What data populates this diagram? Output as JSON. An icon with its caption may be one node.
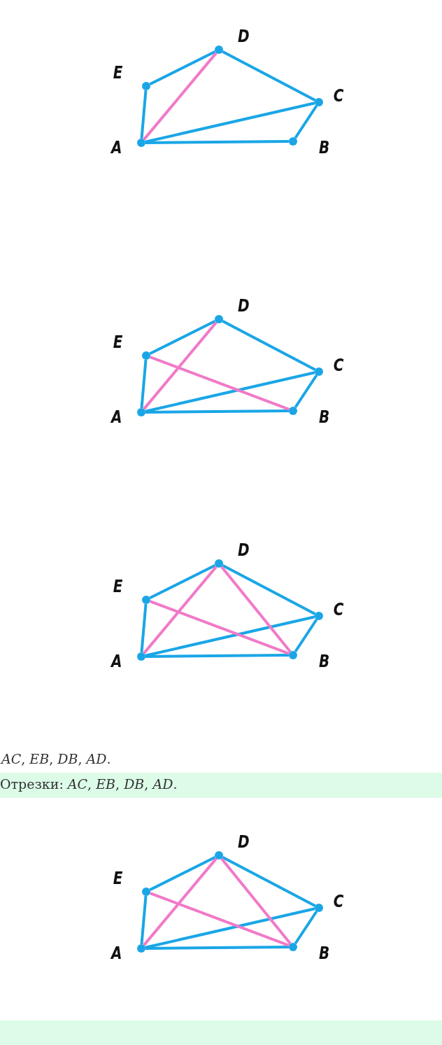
{
  "diagram": {
    "nodes": [
      {
        "text": [
          "D"
        ]
      },
      {
        "text": [
          "E"
        ]
      },
      {
        "text": [
          "C"
        ]
      },
      {
        "text": [
          "A"
        ]
      },
      {
        "text": [
          "B"
        ]
      },
      {
        "text": [
          "D"
        ]
      },
      {
        "text": [
          "E"
        ]
      },
      {
        "text": [
          "C"
        ]
      },
      {
        "text": [
          "A"
        ]
      },
      {
        "text": [
          "B"
        ]
      },
      {
        "text": [
          "D"
        ]
      },
      {
        "text": [
          "E"
        ]
      },
      {
        "text": [
          "C"
        ]
      },
      {
        "text": [
          "A"
        ]
      },
      {
        "text": [
          "B"
        ]
      },
      {
        "text": [
          "D"
        ]
      },
      {
        "text": [
          "E"
        ]
      },
      {
        "text": [
          "C"
        ]
      },
      {
        "text": [
          "A"
        ]
      },
      {
        "text": [
          "B"
        ]
      }
    ],
    "edges": [
      {
        "from": 3,
        "to": 1,
        "arrow": "none"
      },
      {
        "from": 1,
        "to": 0,
        "arrow": "none"
      },
      {
        "from": 0,
        "to": 2,
        "arrow": "none"
      },
      {
        "from": 2,
        "to": 4,
        "arrow": "none"
      },
      {
        "from": 4,
        "to": 3,
        "arrow": "none"
      },
      {
        "from": 3,
        "to": 2,
        "arrow": "none"
      },
      {
        "from": 3,
        "to": 0,
        "arrow": "none",
        "color": "#f07ac8"
      },
      {
        "from": 8,
        "to": 6,
        "arrow": "none"
      },
      {
        "from": 6,
        "to": 5,
        "arrow": "none"
      },
      {
        "from": 5,
        "to": 7,
        "arrow": "none"
      },
      {
        "from": 7,
        "to": 9,
        "arrow": "none"
      },
      {
        "from": 9,
        "to": 8,
        "arrow": "none"
      },
      {
        "from": 8,
        "to": 7,
        "arrow": "none"
      },
      {
        "from": 8,
        "to": 5,
        "arrow": "none",
        "color": "#f07ac8"
      },
      {
        "from": 6,
        "to": 9,
        "arrow": "none",
        "color": "#f07ac8"
      },
      {
        "from": 13,
        "to": 11,
        "arrow": "none"
      },
      {
        "from": 11,
        "to": 10,
        "arrow": "none"
      },
      {
        "from": 10,
        "to": 12,
        "arrow": "none"
      },
      {
        "from": 12,
        "to": 14,
        "arrow": "none"
      },
      {
        "from": 14,
        "to": 13,
        "arrow": "none"
      },
      {
        "from": 13,
        "to": 12,
        "arrow": "none"
      },
      {
        "from": 13,
        "to": 10,
        "arrow": "none",
        "color": "#f07ac8"
      },
      {
        "from": 11,
        "to": 14,
        "arrow": "none",
        "color": "#f07ac8"
      },
      {
        "from": 10,
        "to": 14,
        "arrow": "none",
        "color": "#f07ac8"
      },
      {
        "from": 18,
        "to": 16,
        "arrow": "none"
      },
      {
        "from": 16,
        "to": 15,
        "arrow": "none"
      },
      {
        "from": 15,
        "to": 17,
        "arrow": "none"
      },
      {
        "from": 17,
        "to": 19,
        "arrow": "none"
      },
      {
        "from": 19,
        "to": 18,
        "arrow": "none"
      },
      {
        "from": 18,
        "to": 17,
        "arrow": "none"
      },
      {
        "from": 18,
        "to": 15,
        "arrow": "none",
        "color": "#f07ac8"
      },
      {
        "from": 16,
        "to": 19,
        "arrow": "none",
        "color": "#f07ac8"
      },
      {
        "from": 15,
        "to": 19,
        "arrow": "none",
        "color": "#f07ac8"
      }
    ],
    "labels": [
      "*AC*, *EB*, *DB*, *AD*.",
      "Отрезки: *AC*, *EB*, *DB*, *AD*."
    ]
  }
}
